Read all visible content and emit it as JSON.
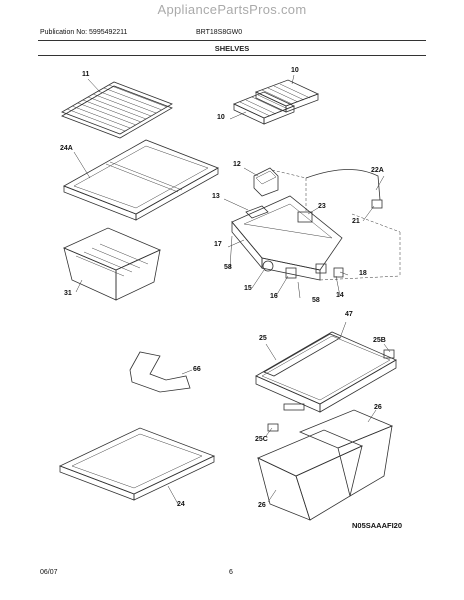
{
  "watermark": "AppliancePartsPros.com",
  "header": {
    "publication": "Publication No: 5995492211",
    "model": "BRT18S8GW0",
    "section": "SHELVES"
  },
  "callouts": [
    "11",
    "10",
    "10",
    "24A",
    "12",
    "22A",
    "13",
    "23",
    "21",
    "17",
    "58",
    "18",
    "15",
    "16",
    "58",
    "14",
    "31",
    "47",
    "25",
    "25B",
    "66",
    "26",
    "25C",
    "24",
    "26"
  ],
  "diagram_code": "N05SAAAFI20",
  "footer": {
    "date": "06/07",
    "page": "6"
  }
}
